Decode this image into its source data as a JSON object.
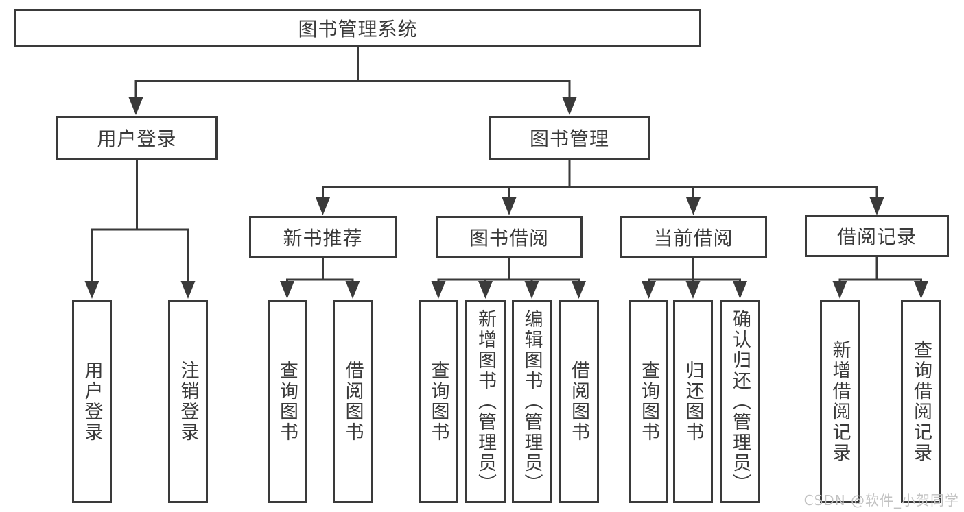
{
  "diagram": {
    "root": {
      "label": "图书管理系统"
    },
    "level2": [
      {
        "label": "用户登录"
      },
      {
        "label": "图书管理"
      }
    ],
    "level3": [
      {
        "label": "新书推荐"
      },
      {
        "label": "图书借阅"
      },
      {
        "label": "当前借阅"
      },
      {
        "label": "借阅记录"
      }
    ],
    "leaves": {
      "user": [
        "用户登录",
        "注销登录"
      ],
      "recommend": [
        "查询图书",
        "借阅图书"
      ],
      "borrow": [
        "查询图书",
        "新增图书（管理员）",
        "编辑图书（管理员）",
        "借阅图书"
      ],
      "current": [
        "查询图书",
        "归还图书",
        "确认归还（管理员）"
      ],
      "records": [
        "新增借阅记录",
        "查询借阅记录"
      ]
    },
    "watermark": "CSDN @软件_小贺同学",
    "colors": {
      "line": "#3a3a3a",
      "text": "#3a3a3a",
      "box_background": "#ffffff",
      "page_background": "#ffffff",
      "watermark": "#c2c2c2"
    }
  }
}
